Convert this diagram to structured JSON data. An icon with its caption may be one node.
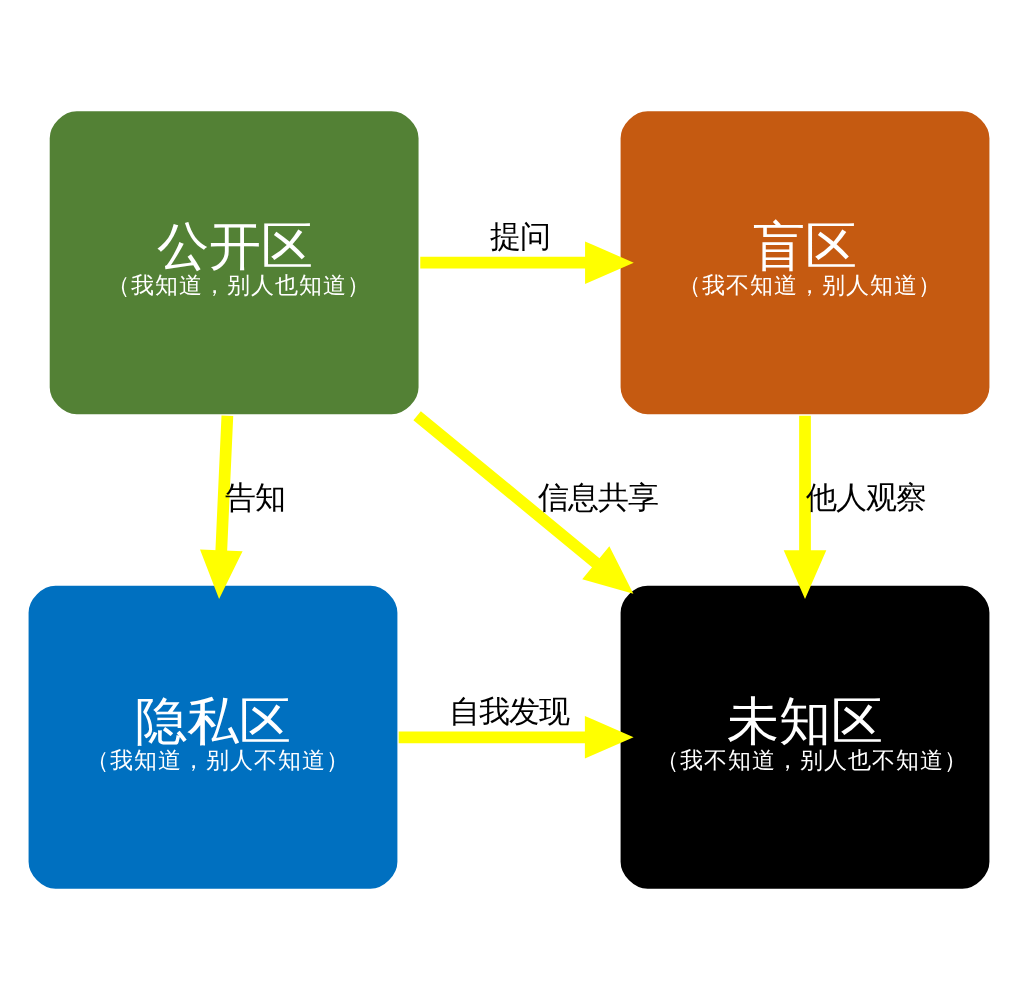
{
  "diagram": {
    "nodes": [
      {
        "text": [
          "公开区",
          "（我知道，别人也知道）"
        ]
      },
      {
        "text": [
          "盲区",
          "（我不知道，别人知道）"
        ]
      },
      {
        "text": [
          "隐私区",
          "（我知道，别人不知道）"
        ]
      },
      {
        "text": [
          "未知区",
          "（我不知道，别人也不知道）"
        ]
      }
    ],
    "edges": [
      {
        "from": 0,
        "to": 1,
        "arrow": "to",
        "label": "提问"
      },
      {
        "from": 0,
        "to": 2,
        "arrow": "to",
        "label": "告知"
      },
      {
        "from": 0,
        "to": 3,
        "arrow": "to",
        "label": "信息共享"
      },
      {
        "from": 1,
        "to": 3,
        "arrow": "to",
        "label": "他人观察"
      },
      {
        "from": 2,
        "to": 3,
        "arrow": "to",
        "label": "自我发现"
      }
    ]
  }
}
